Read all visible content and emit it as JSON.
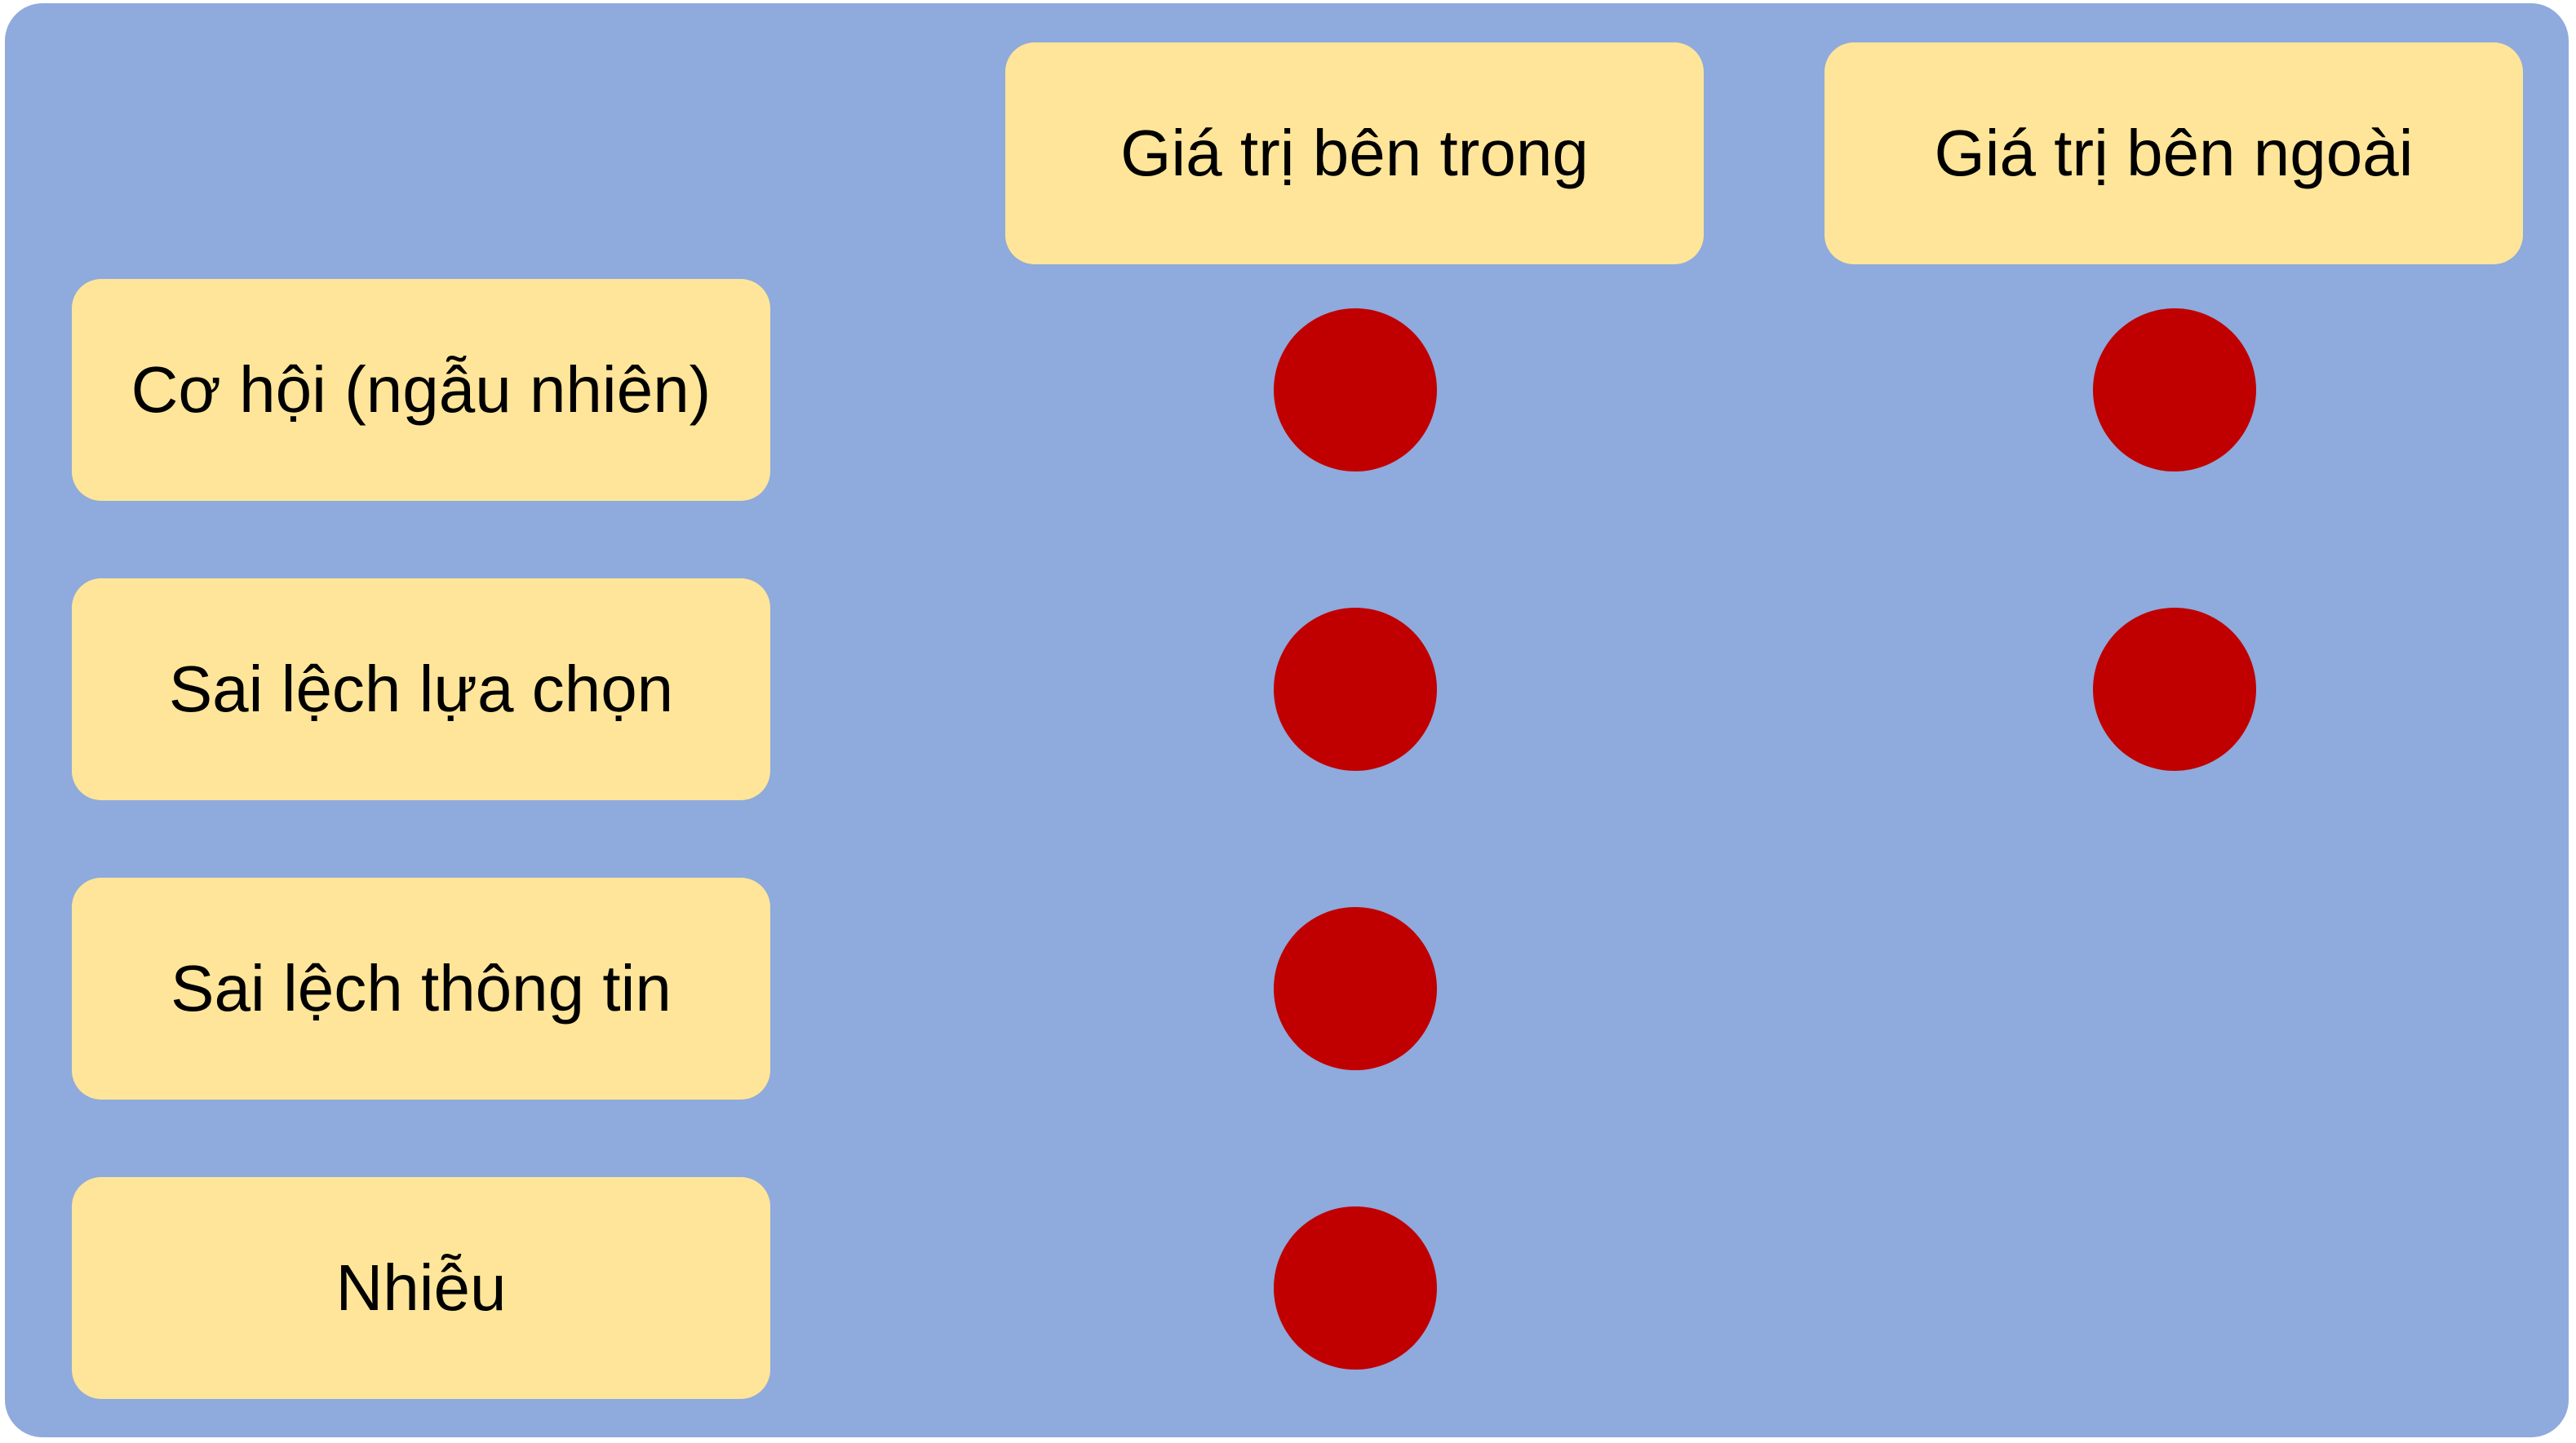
{
  "columns": [
    {
      "label": "Giá trị bên trong"
    },
    {
      "label": "Giá trị bên ngoài"
    }
  ],
  "rows": [
    {
      "label": "Cơ hội (ngẫu nhiên)",
      "internal": true,
      "external": true
    },
    {
      "label": "Sai lệch lựa chọn",
      "internal": true,
      "external": true
    },
    {
      "label": "Sai lệch thông tin",
      "internal": true,
      "external": false
    },
    {
      "label": "Nhiễu",
      "internal": true,
      "external": false
    }
  ],
  "colors": {
    "background": "#8faadc",
    "box": "#fee599",
    "marker": "#c00000"
  }
}
